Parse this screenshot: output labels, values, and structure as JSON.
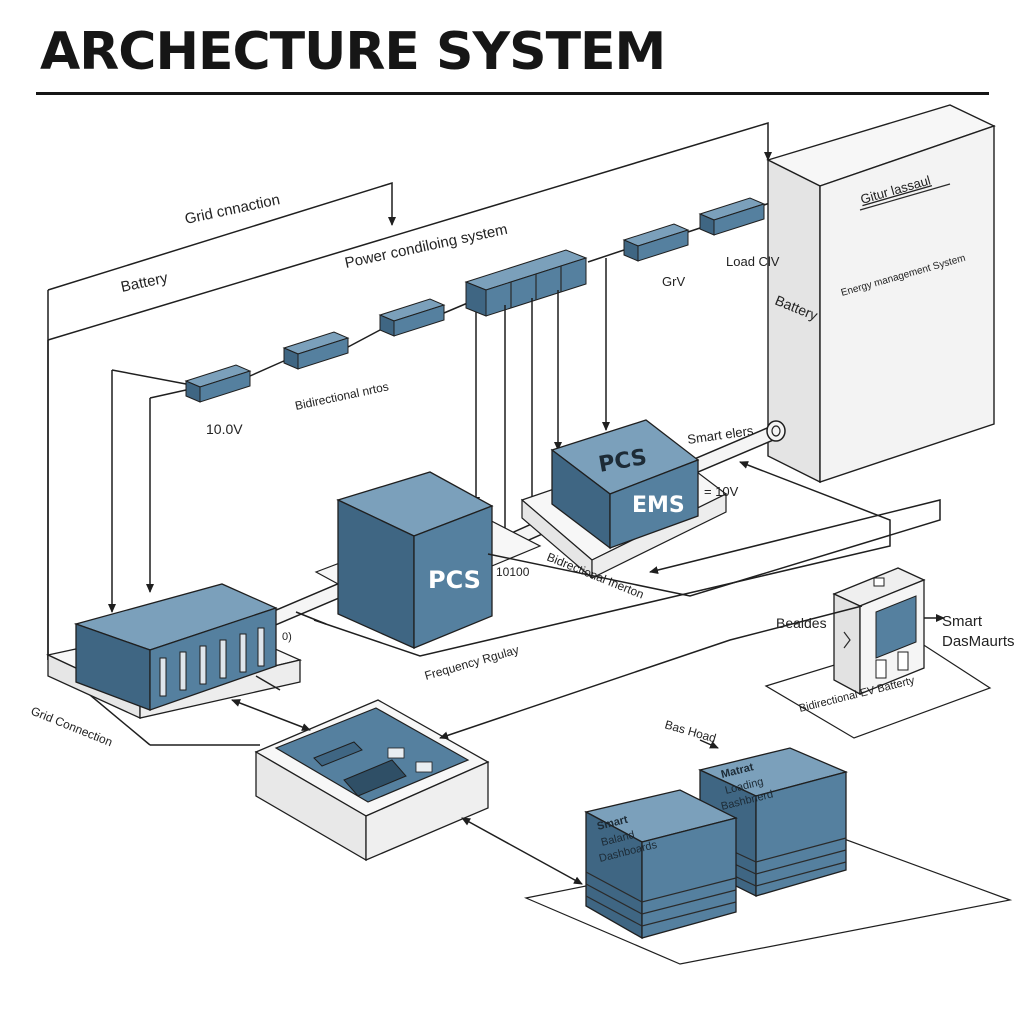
{
  "title": "ARCHECTURE SYSTEM",
  "colors": {
    "module_front": "#55809f",
    "module_top": "#7ba0bb",
    "module_side": "#3f6683",
    "cabinet": "#f1f1f1",
    "line": "#1f1f1f"
  },
  "labels": {
    "grid_connection_top": "Grid cnnaction",
    "power_conditioning": "Power condiloing system",
    "battery_left": "Battery",
    "bidirectional": "Bidirectional nrtos",
    "voltage_left": "10.0V",
    "grv": "GrV",
    "load": "Load ClV",
    "smart_meters": "Smart elers",
    "voltage_ems": "= 10V",
    "cabinet_header": "Gitur lassaul",
    "cabinet_subtitle": "Energy management System",
    "cabinet_battery": "Battery",
    "pcs_small_voltage": "10100",
    "bidirectional_inverter": "Bidrectional Inerton",
    "frequency_regulation": "Frequency Rgulay",
    "grid_connection_bottom": "Grid Connection",
    "beacles": "Bealdes",
    "smart_dashboards": "Smart\nDasMaurts",
    "bidirectional_battery": "Bidirectional EV Batterty",
    "bas_load": "Bas Hoad",
    "small_unit": "0)",
    "pcs_front": "PCS",
    "pcs_top": "PCS",
    "ems": "EMS",
    "stack_left": "Smart\nBaland\nDashboards",
    "stack_right": "Matrat\nLoading\nBashbnerd"
  }
}
